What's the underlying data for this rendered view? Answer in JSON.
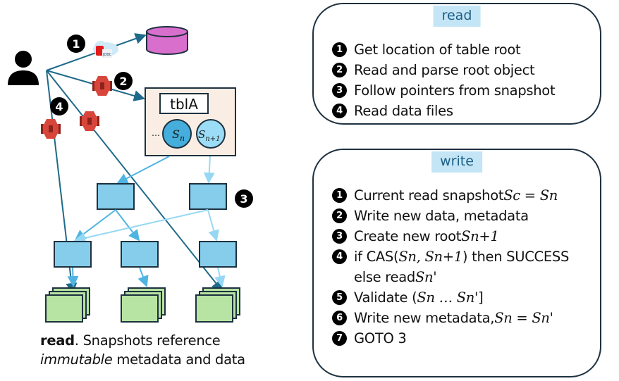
{
  "diagram": {
    "table_label": "tblA",
    "ellipsis": "…",
    "snapshot_current": "S",
    "snapshot_current_sub": "n",
    "snapshot_next": "S",
    "snapshot_next_sub": "n+1",
    "jdbc_label": "JDBC",
    "badges": [
      "1",
      "2",
      "3",
      "4"
    ],
    "colors": {
      "user": "#000000",
      "database": "#d86fcc",
      "table_box": "#faeee4",
      "snapshot_current": "#45aedc",
      "snapshot_next": "#9bdcf6",
      "metadata_node": "#85cdeb",
      "data_file": "#b7e4a2",
      "s3_icon": "#d8463b",
      "dark_arrow": "#1e6a8a",
      "light_arrow": "#4fb4e2",
      "lighter_arrow": "#96d8f3"
    }
  },
  "caption": {
    "bold": "read",
    "rest1": ". Snapshots reference",
    "italic": "immutable",
    "rest2": " metadata and data"
  },
  "read_panel": {
    "title": "read",
    "steps": [
      {
        "num": "1",
        "text": "Get location of table root"
      },
      {
        "num": "2",
        "text": "Read and parse root object"
      },
      {
        "num": "3",
        "text": "Follow pointers from snapshot"
      },
      {
        "num": "4",
        "text": "Read data files"
      }
    ]
  },
  "write_panel": {
    "title": "write",
    "steps": [
      {
        "num": "1",
        "text": "Current read snapshot ",
        "math": "Sc = Sn"
      },
      {
        "num": "2",
        "text": "Write new data, metadata"
      },
      {
        "num": "3",
        "text": "Create new root ",
        "math": "Sn+1"
      },
      {
        "num": "4",
        "text": "if CAS(",
        "math": "Sn, Sn+1",
        "text2": ") then SUCCESS"
      },
      {
        "num": "",
        "text": "else read ",
        "math": "Sn'"
      },
      {
        "num": "5",
        "text": "Validate (",
        "math": "Sn … Sn'",
        "text2": "]"
      },
      {
        "num": "6",
        "text": "Write new metadata, ",
        "math": "Sn = Sn'"
      },
      {
        "num": "7",
        "text": "GOTO 3"
      }
    ]
  }
}
